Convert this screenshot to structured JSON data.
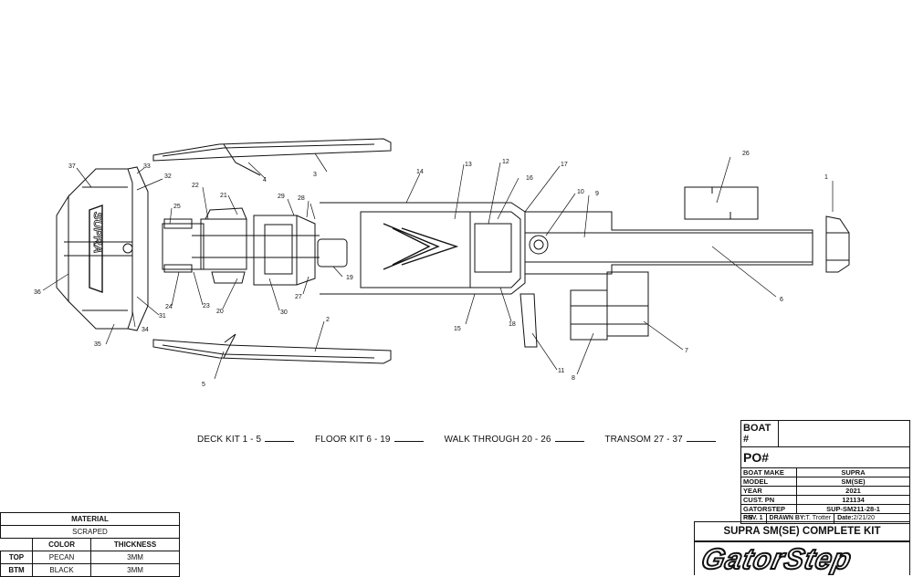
{
  "drawing": {
    "callouts": [
      "1",
      "2",
      "3",
      "4",
      "5",
      "6",
      "7",
      "8",
      "9",
      "10",
      "11",
      "12",
      "13",
      "14",
      "15",
      "16",
      "17",
      "18",
      "19",
      "20",
      "21",
      "22",
      "23",
      "24",
      "25",
      "26",
      "27",
      "28",
      "29",
      "30",
      "31",
      "32",
      "33",
      "34",
      "35",
      "36",
      "37"
    ],
    "logo_text": "SUPRA"
  },
  "kits": [
    {
      "label": "DECK KIT 1 - 5"
    },
    {
      "label": "FLOOR KIT 6 - 19"
    },
    {
      "label": "WALK THROUGH 20 - 26"
    },
    {
      "label": "TRANSOM 27 - 37"
    }
  ],
  "material": {
    "title": "MATERIAL",
    "finish": "SCRAPED",
    "color_header": "COLOR",
    "thickness_header": "THICKNESS",
    "rows": [
      {
        "side": "TOP",
        "color": "PECAN",
        "thickness": "3MM"
      },
      {
        "side": "BTM",
        "color": "BLACK",
        "thickness": "3MM"
      }
    ]
  },
  "title_block": {
    "boat_number_label": "BOAT #",
    "po_label": "PO#",
    "fields": [
      {
        "label": "BOAT MAKE",
        "value": "SUPRA"
      },
      {
        "label": "MODEL",
        "value": "SM(SE)"
      },
      {
        "label": "YEAR",
        "value": "2021"
      },
      {
        "label": "CUST. PN",
        "value": "121134"
      },
      {
        "label": "GATORSTEP PN",
        "value": "SUP-SM211-28-1"
      }
    ],
    "rev": "REV. 1",
    "drawn_by_label": "DRAWN BY:",
    "drawn_by": "T. Trotter",
    "date_label": "Date:",
    "date": "2/21/20",
    "kit_title": "SUPRA SM(SE) COMPLETE KIT",
    "brand": "GatorStep"
  }
}
